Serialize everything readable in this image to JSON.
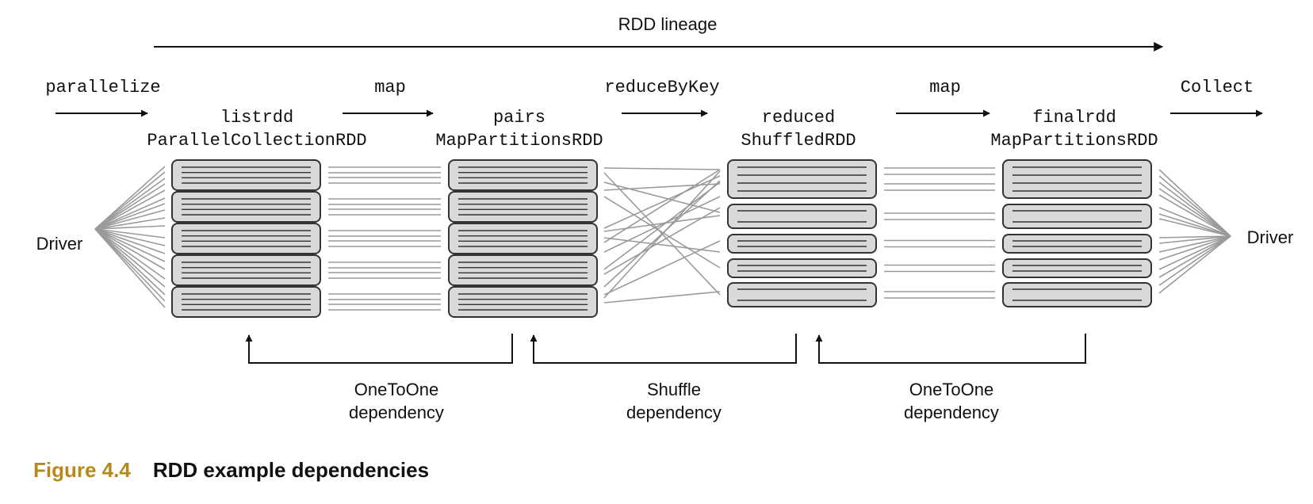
{
  "lineage_label": "RDD lineage",
  "operations": [
    {
      "label": "parallelize"
    },
    {
      "label": "map"
    },
    {
      "label": "reduceByKey"
    },
    {
      "label": "map"
    },
    {
      "label": "Collect"
    }
  ],
  "rdds": [
    {
      "name": "listrdd",
      "type": "ParallelCollectionRDD",
      "partitions": 5
    },
    {
      "name": "pairs",
      "type": "MapPartitionsRDD",
      "partitions": 5
    },
    {
      "name": "reduced",
      "type": "ShuffledRDD",
      "partitions": 5
    },
    {
      "name": "finalrdd",
      "type": "MapPartitionsRDD",
      "partitions": 5
    }
  ],
  "drivers": {
    "left": "Driver",
    "right": "Driver"
  },
  "dependencies": [
    {
      "line1": "OneToOne",
      "line2": "dependency"
    },
    {
      "line1": "Shuffle",
      "line2": "dependency"
    },
    {
      "line1": "OneToOne",
      "line2": "dependency"
    }
  ],
  "caption": {
    "number": "Figure 4.4",
    "title": "RDD example dependencies"
  },
  "colors": {
    "partition_fill": "#d9d9d9",
    "partition_stroke": "#333333",
    "connector": "#9a9a9a",
    "arrow": "#111111",
    "caption_number": "#b58a1b"
  }
}
